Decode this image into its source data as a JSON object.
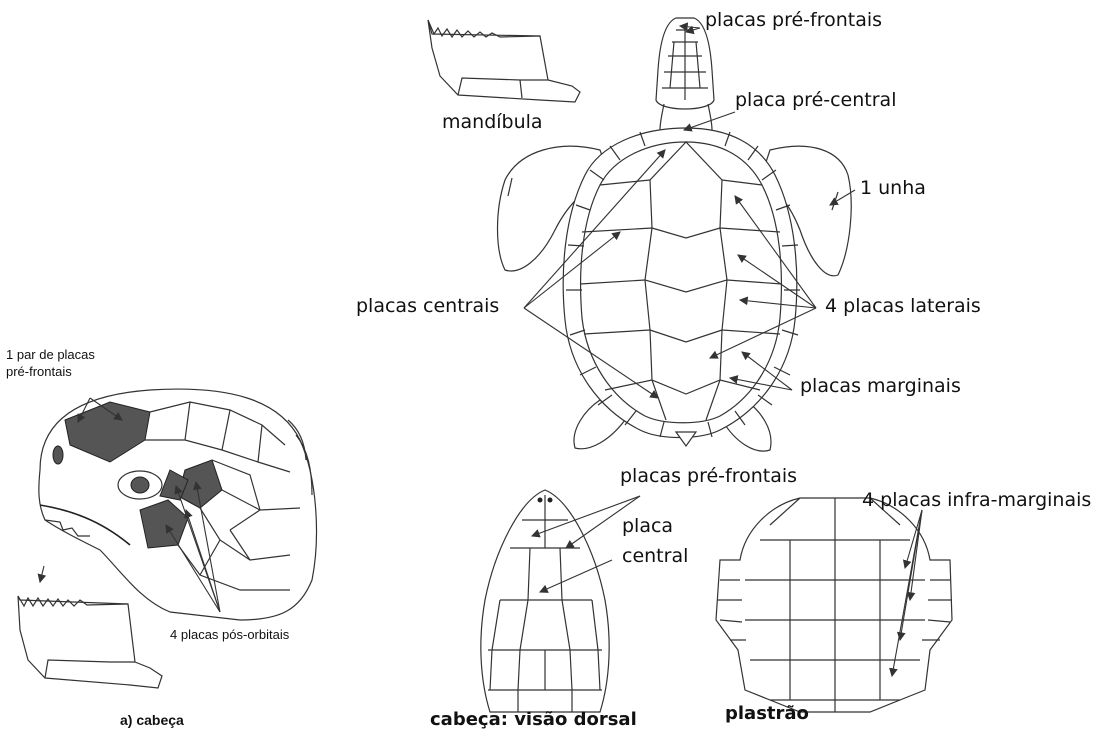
{
  "labels": {
    "placas_pre_frontais_top": "placas pré-frontais",
    "placa_pre_central": "placa pré-central",
    "mandibula": "mandíbula",
    "unha": "1 unha",
    "placas_centrais": "placas  centrais",
    "quatro_placas_laterais": "4 placas laterais",
    "placas_marginais": "placas marginais",
    "placas_pre_frontais_mid": "placas pré-frontais",
    "placa_central_1": "placa",
    "placa_central_2": "central",
    "quatro_placas_infra_marginais": "4 placas infra-marginais",
    "um_par_1": "1 par de placas",
    "um_par_2": "pré-frontais",
    "quatro_placas_pos_orbitais": "4 placas pós-orbitais"
  },
  "captions": {
    "cabeca": "a) cabeça",
    "visao_dorsal": "cabeça: visão dorsal",
    "plastrao": "plastrão"
  }
}
